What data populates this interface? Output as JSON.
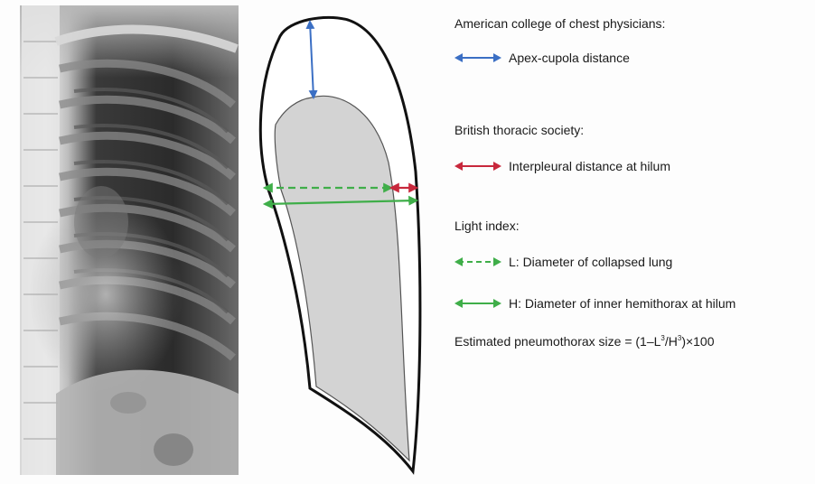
{
  "colors": {
    "blue_arrow": "#3b6fc4",
    "red_arrow": "#c8283c",
    "green_arrow": "#3fae49",
    "lung_fill": "#d3d3d3",
    "outline": "#111111"
  },
  "legend": {
    "accp_heading": "American college of chest physicians:",
    "apex_cupola_label": "Apex-cupola distance",
    "bts_heading": "British thoracic society:",
    "interpleural_label": "Interpleural distance at hilum",
    "light_heading": "Light index:",
    "l_label": "L: Diameter of collapsed lung",
    "h_label": "H: Diameter of inner hemithorax at hilum",
    "formula_prefix": "Estimated pneumothorax size = (1–L",
    "formula_exp1": "3",
    "formula_mid": "/H",
    "formula_exp2": "3",
    "formula_suffix": ")×100"
  }
}
